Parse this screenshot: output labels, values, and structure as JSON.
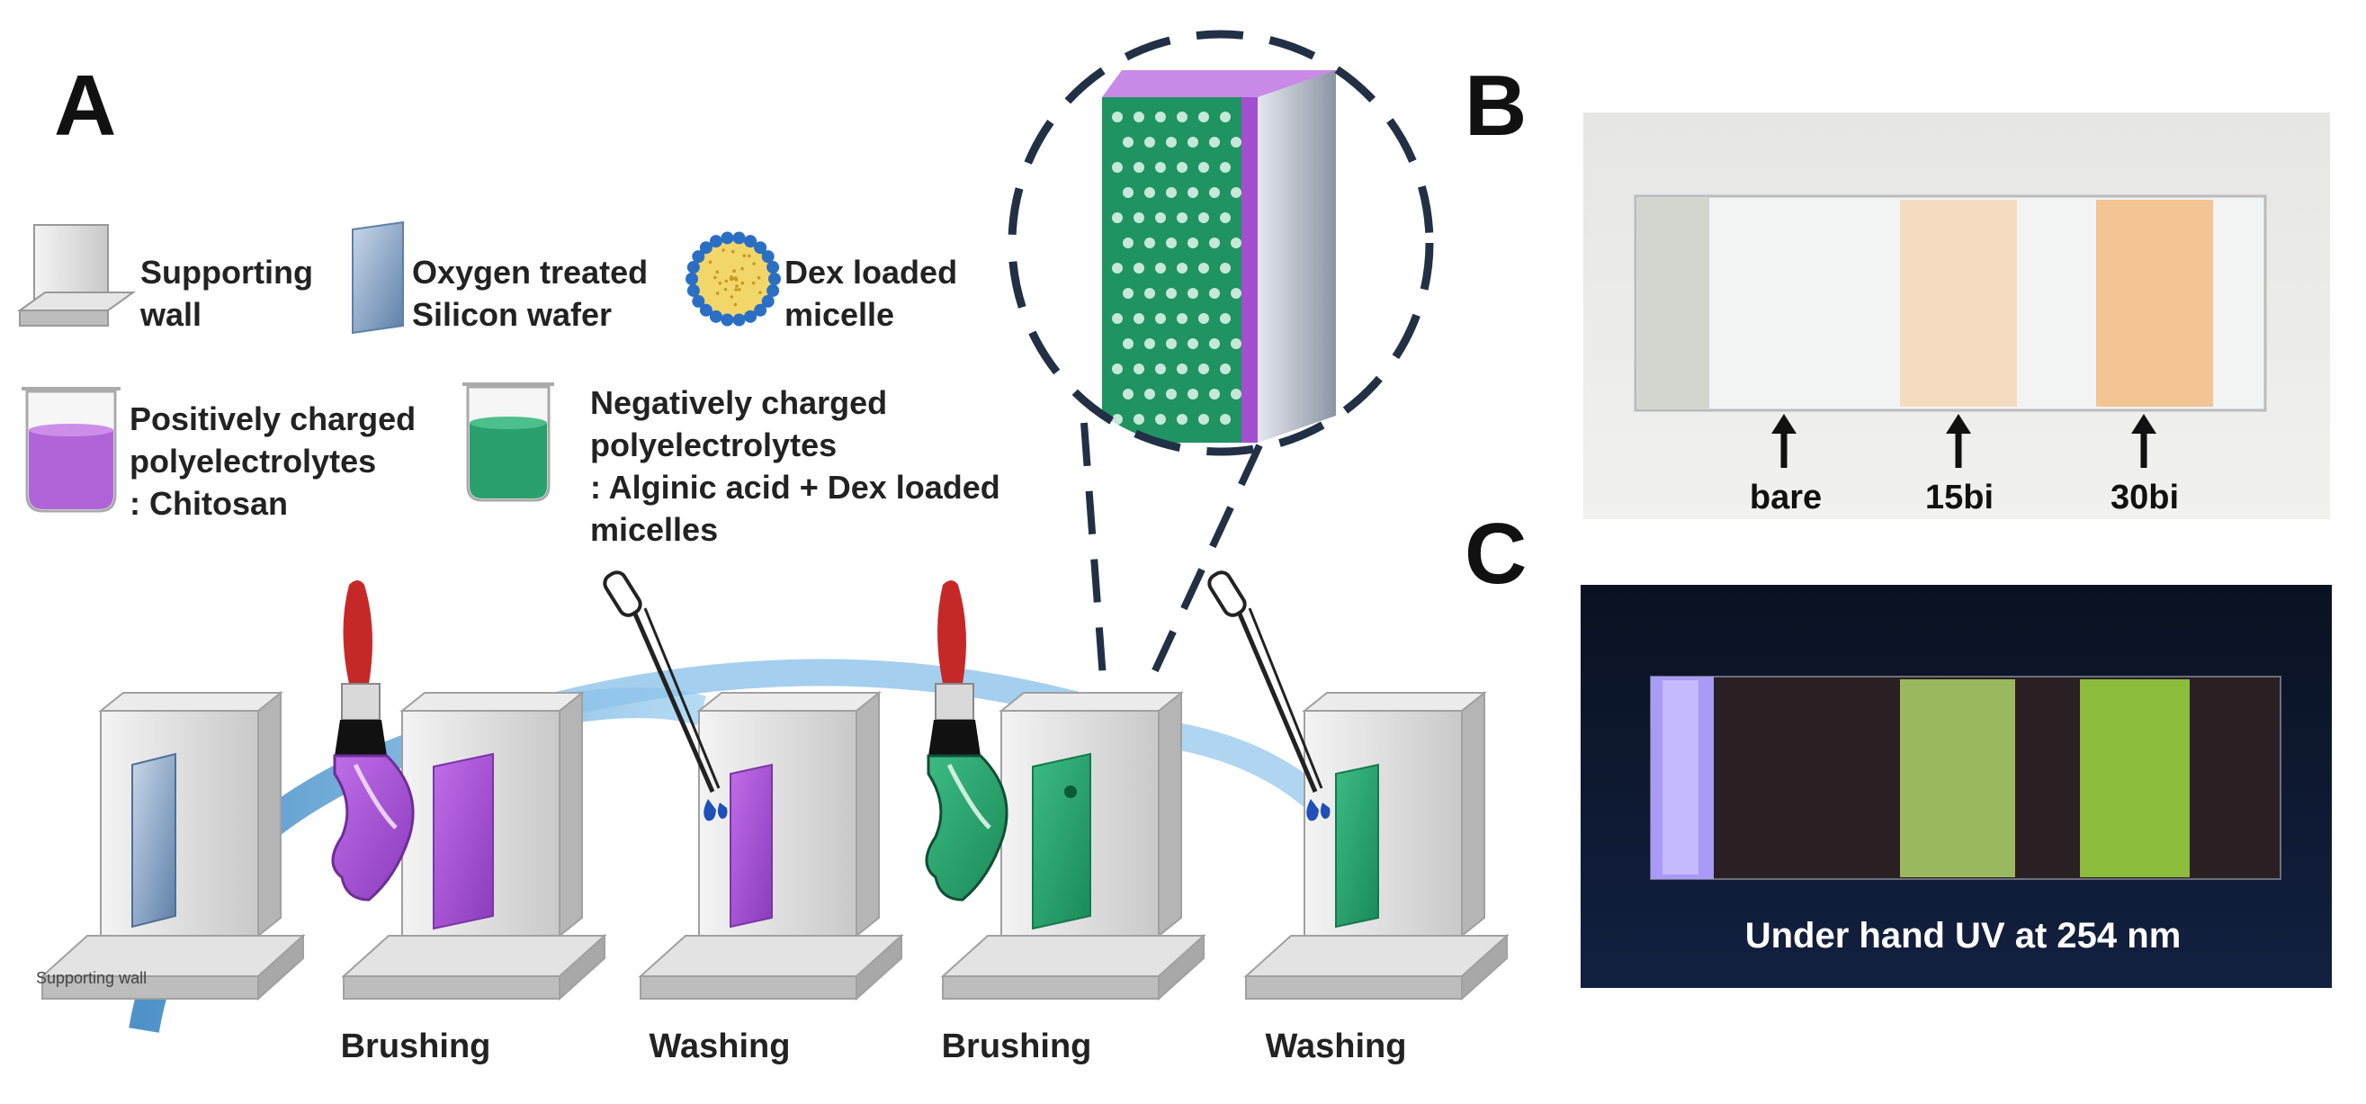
{
  "panels": {
    "a": "A",
    "b": "B",
    "c": "C"
  },
  "legend": {
    "supporting_wall": [
      "Supporting",
      "wall"
    ],
    "silicon_wafer": [
      "Oxygen treated",
      "Silicon wafer"
    ],
    "micelle": [
      "Dex loaded",
      "micelle"
    ],
    "positive": [
      "Positively charged",
      "polyelectrolytes",
      ": Chitosan"
    ],
    "negative": [
      "Negatively charged",
      "polyelectrolytes",
      ": Alginic acid + Dex loaded",
      "micelles"
    ]
  },
  "process": {
    "base_label": "Supporting wall",
    "steps": [
      "Brushing",
      "Washing",
      "Brushing",
      "Washing"
    ]
  },
  "photo_b": {
    "labels": [
      "bare",
      "15bi",
      "30bi"
    ]
  },
  "photo_c": {
    "caption": "Under hand UV at 254 nm"
  },
  "colors": {
    "chitosan": "#a24fd0",
    "alginate": "#27a06b",
    "wafer": "#7f9fc4",
    "wall": "#d4d4d4",
    "arrow": "#4ea3dc",
    "uv_bg": "#0c1628"
  }
}
